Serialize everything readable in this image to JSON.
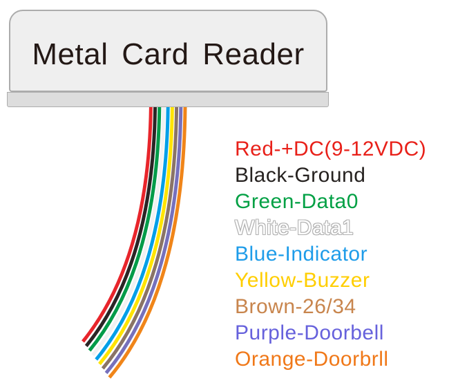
{
  "reader": {
    "title": "Metal Card Reader"
  },
  "legend": {
    "items": [
      {
        "wire": "red",
        "label": "Red-+DC(9-12VDC)",
        "color": "#e82019"
      },
      {
        "wire": "black",
        "label": "Black-Ground",
        "color": "#262220"
      },
      {
        "wire": "green",
        "label": "Green-Data0",
        "color": "#00a044"
      },
      {
        "wire": "white",
        "label": "White-Data1",
        "color": "#ffffff",
        "outline": "#b0b0b0"
      },
      {
        "wire": "blue",
        "label": "Blue-Indicator",
        "color": "#1e9ce9"
      },
      {
        "wire": "yellow",
        "label": "Yellow-Buzzer",
        "color": "#ffce00"
      },
      {
        "wire": "brown",
        "label": "Brown-26/34",
        "color": "#c8854d"
      },
      {
        "wire": "purple",
        "label": "Purple-Doorbell",
        "color": "#6661dc"
      },
      {
        "wire": "orange",
        "label": "Orange-Doorbrll",
        "color": "#f07818"
      }
    ]
  },
  "cable": {
    "wires": [
      {
        "name": "red",
        "color": "#e8252b"
      },
      {
        "name": "black",
        "color": "#2b2525"
      },
      {
        "name": "green",
        "color": "#009b48"
      },
      {
        "name": "white",
        "color": "#f1f1f1"
      },
      {
        "name": "blue",
        "color": "#009fe8"
      },
      {
        "name": "yellow",
        "color": "#ffe400"
      },
      {
        "name": "brown",
        "color": "#8a7466"
      },
      {
        "name": "purple",
        "color": "#7670bc"
      },
      {
        "name": "orange",
        "color": "#f08519"
      }
    ]
  }
}
